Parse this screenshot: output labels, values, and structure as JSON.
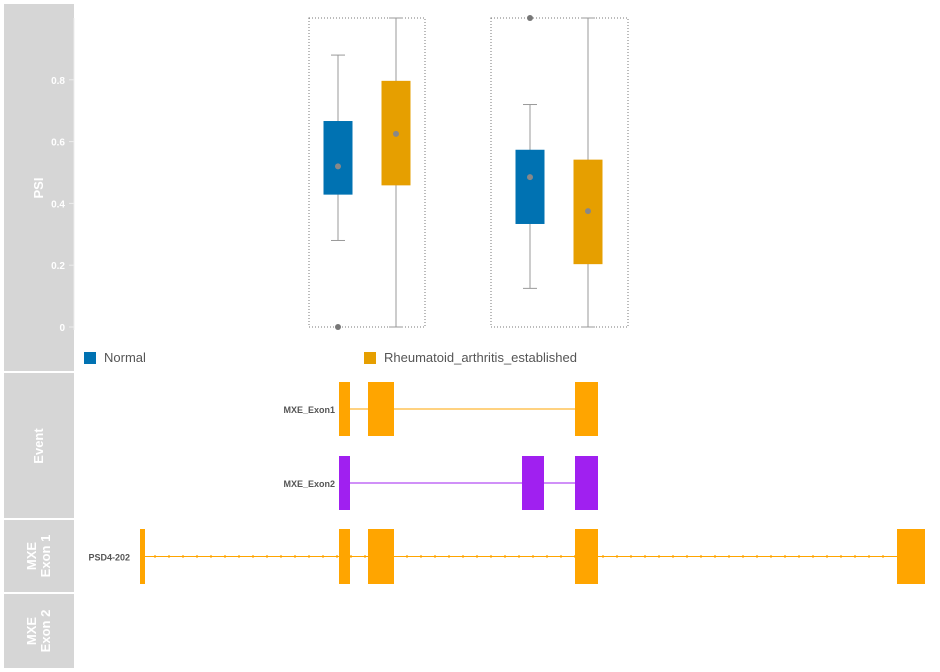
{
  "strips": {
    "psi": "PSI",
    "event": "Event",
    "mxe1": "MXE Exon 1",
    "mxe2": "MXE Exon 2"
  },
  "legend": {
    "normal_label": "Normal",
    "ra_label": "Rheumatoid_arthritis_established"
  },
  "colors": {
    "normal": "#0072b2",
    "ra": "#e69f00",
    "exon_orange": "#ffa500",
    "exon_purple": "#a020f0",
    "strip_bg": "#d6d6d6"
  },
  "chart_data": {
    "type": "box",
    "ylabel": "PSI",
    "ylim": [
      0,
      1
    ],
    "yticks": [
      0,
      0.2,
      0.4,
      0.6,
      0.8
    ],
    "ytick_labels": [
      "0",
      "0.2",
      "0.4",
      "0.6",
      "0.8"
    ],
    "groups": [
      {
        "boxes": [
          {
            "series": "Normal",
            "whisker_low": 0.28,
            "q1": 0.43,
            "q3": 0.665,
            "whisker_high": 0.88,
            "mean": 0.52,
            "outliers": [
              0.0
            ]
          },
          {
            "series": "Rheumatoid_arthritis_established",
            "whisker_low": 0.0,
            "q1": 0.46,
            "q3": 0.795,
            "whisker_high": 1.0,
            "mean": 0.625,
            "outliers": []
          }
        ]
      },
      {
        "boxes": [
          {
            "series": "Normal",
            "whisker_low": 0.125,
            "q1": 0.335,
            "q3": 0.572,
            "whisker_high": 0.72,
            "mean": 0.485,
            "outliers": [
              1.0
            ]
          },
          {
            "series": "Rheumatoid_arthritis_established",
            "whisker_low": 0.0,
            "q1": 0.205,
            "q3": 0.54,
            "whisker_high": 1.0,
            "mean": 0.375,
            "outliers": []
          }
        ]
      }
    ]
  },
  "tracks": {
    "event": [
      {
        "label": "MXE_Exon1",
        "color": "#ffa500",
        "exons": [
          "exon-a",
          "exon-b",
          "exon-d"
        ]
      },
      {
        "label": "MXE_Exon2",
        "color": "#a020f0",
        "exons": [
          "exon-a",
          "exon-c",
          "exon-d"
        ]
      }
    ],
    "transcripts": [
      {
        "label": "PSD4-202",
        "color": "#ffa500",
        "exons": [
          "exon-start",
          "exon-a",
          "exon-b",
          "exon-d",
          "exon-end"
        ]
      }
    ]
  }
}
